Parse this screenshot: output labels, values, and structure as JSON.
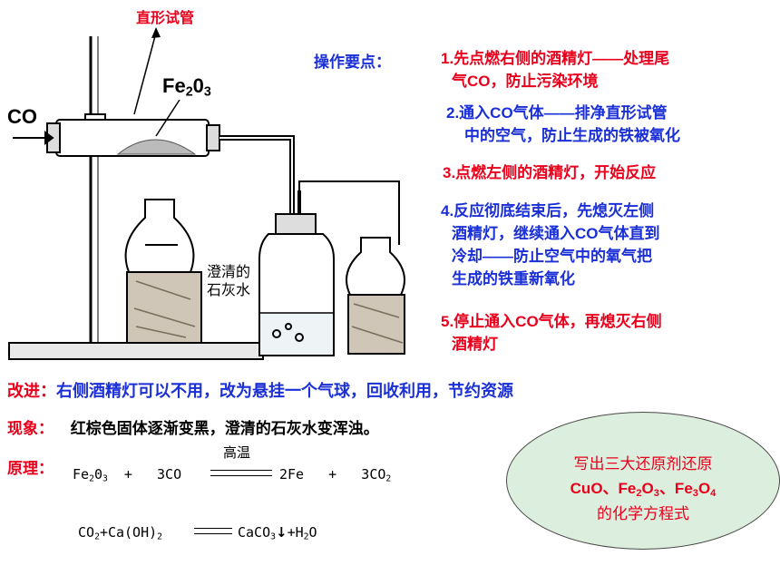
{
  "apparatus": {
    "tube_label": "直形试管",
    "reactant_label": "Fe2O3",
    "gas_inlet_label": "CO",
    "limewater_label_line1": "澄清的",
    "limewater_label_line2": "石灰水"
  },
  "key_points": {
    "title": "操作要点：",
    "steps": [
      {
        "lines": [
          "1.先点燃右侧的酒精灯——处理尾",
          "气CO，防止污染环境"
        ],
        "color": "#e8001c"
      },
      {
        "lines": [
          "2.通入CO气体——排净直形试管",
          "中的空气，防止生成的铁被氧化"
        ],
        "color": "#1a2fd6"
      },
      {
        "lines": [
          "3.点燃左侧的酒精灯，开始反应"
        ],
        "color": "#e8001c"
      },
      {
        "lines": [
          "4.反应彻底结束后，先熄灭左侧",
          "酒精灯，继续通入CO气体直到",
          "冷却——防止空气中的氧气把",
          "生成的铁重新氧化"
        ],
        "color": "#1a2fd6"
      },
      {
        "lines": [
          "5.停止通入CO气体，再熄灭右侧",
          "酒精灯"
        ],
        "color": "#e8001c"
      }
    ]
  },
  "improvement": {
    "label": "改进：",
    "text": "右侧酒精灯可以不用，改为悬挂一个气球，回收利用，节约资源"
  },
  "phenomenon": {
    "label": "现象：",
    "text": "红棕色固体逐渐变黑，澄清的石灰水变浑浊。"
  },
  "principle": {
    "label": "原理：",
    "equation1": {
      "left": "Fe2O3  +  3CO",
      "condition": "高温",
      "right": "2Fe  +  3CO2"
    },
    "equation2": {
      "left": "CO2+Ca(OH)2",
      "right": "CaCO3↓+H2O"
    }
  },
  "bubble": {
    "line1": "写出三大还原剂还原",
    "line2": "CuO、Fe2O3、Fe3O4",
    "line3": "的化学方程式"
  }
}
